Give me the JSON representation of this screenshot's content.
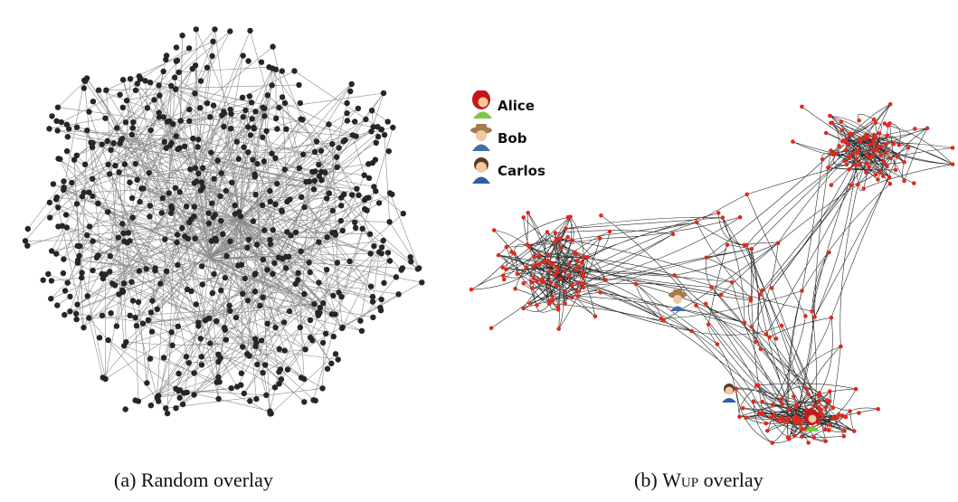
{
  "panel_a": {
    "caption": "(a) Random overlay"
  },
  "panel_b": {
    "caption_prefix": "(b) ",
    "caption_name": "Wup",
    "caption_suffix": " overlay",
    "legend": [
      {
        "label": "Alice",
        "icon": "alice-avatar-icon"
      },
      {
        "label": "Bob",
        "icon": "bob-avatar-icon"
      },
      {
        "label": "Carlos",
        "icon": "carlos-avatar-icon"
      }
    ]
  },
  "colors": {
    "random_node": "#262626",
    "random_edge": "#8a8a8a",
    "wup_node": "#e0291d",
    "wup_edge": "#2b2b2b",
    "alice_hair": "#c4161c",
    "alice_body": "#7ac943",
    "bob_hat": "#a27b4f",
    "bob_body": "#3d6fa8",
    "carlos_hair": "#5a3a22",
    "carlos_body": "#2f5fa0"
  }
}
